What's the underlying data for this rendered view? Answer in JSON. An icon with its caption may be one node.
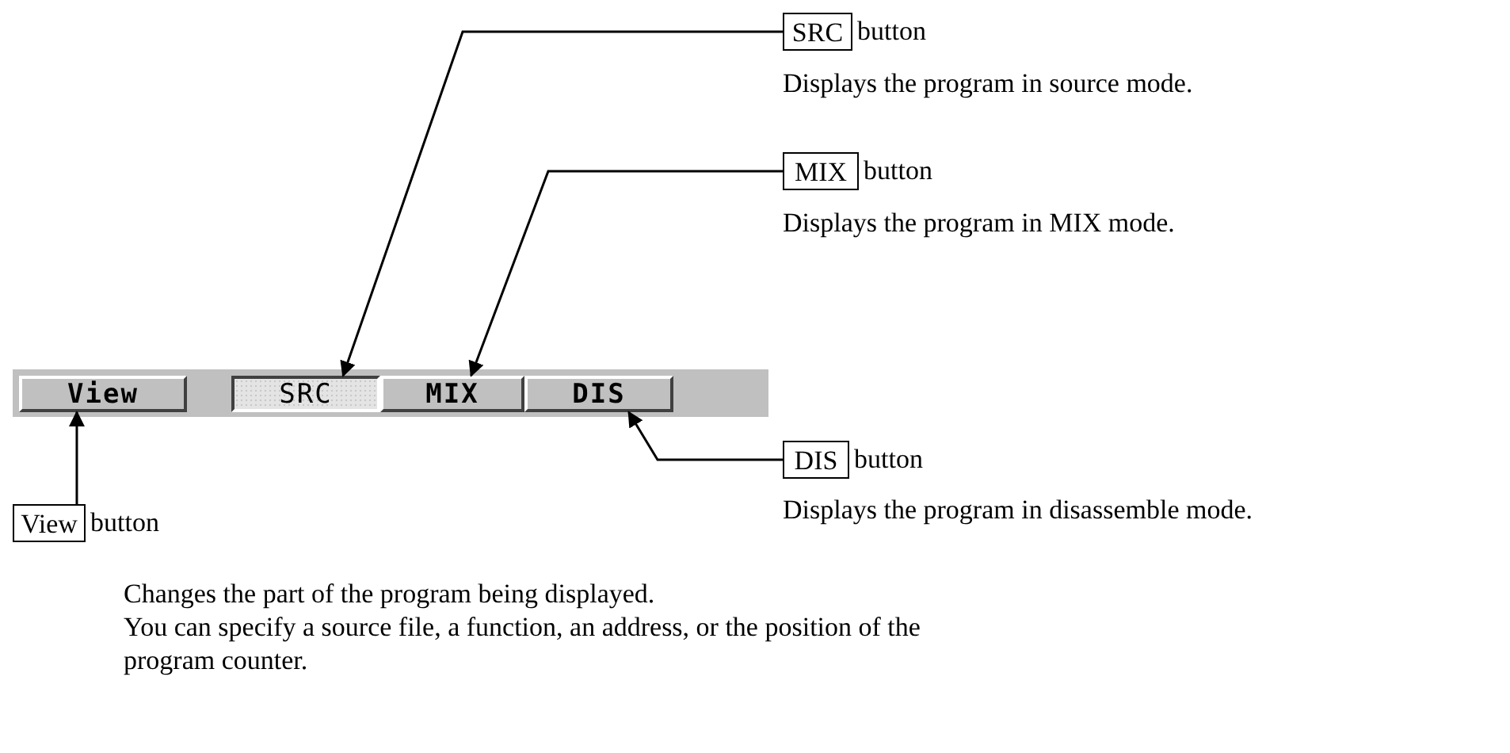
{
  "diagram": {
    "nodes": [
      {
        "text": [],
        "shape": "bar"
      },
      {
        "text": [
          "View"
        ],
        "in": 0
      },
      {
        "text": [
          "SRC"
        ],
        "in": 0
      },
      {
        "text": [
          "MIX"
        ],
        "in": 0
      },
      {
        "text": [
          "DIS"
        ],
        "in": 0
      },
      {
        "text": [
          "SRC"
        ],
        "beside": [
          "button",
          "Displays the program in source mode."
        ]
      },
      {
        "text": [
          "MIX"
        ],
        "beside": [
          "button",
          "Displays the program in MIX mode."
        ]
      },
      {
        "text": [
          "DIS"
        ],
        "beside": [
          "button",
          "Displays the program in disassemble mode."
        ]
      },
      {
        "text": [
          "View"
        ],
        "beside": [
          "button",
          "Changes the part of the program being displayed.",
          "You can specify a source file, a function, an address, or the position of the program counter."
        ]
      }
    ],
    "edges": [
      {
        "from": 5,
        "to": 2,
        "arrow": "to"
      },
      {
        "from": 6,
        "to": 3,
        "arrow": "to"
      },
      {
        "from": 7,
        "to": 4,
        "arrow": "to"
      },
      {
        "from": 8,
        "to": 1,
        "arrow": "to"
      }
    ]
  }
}
